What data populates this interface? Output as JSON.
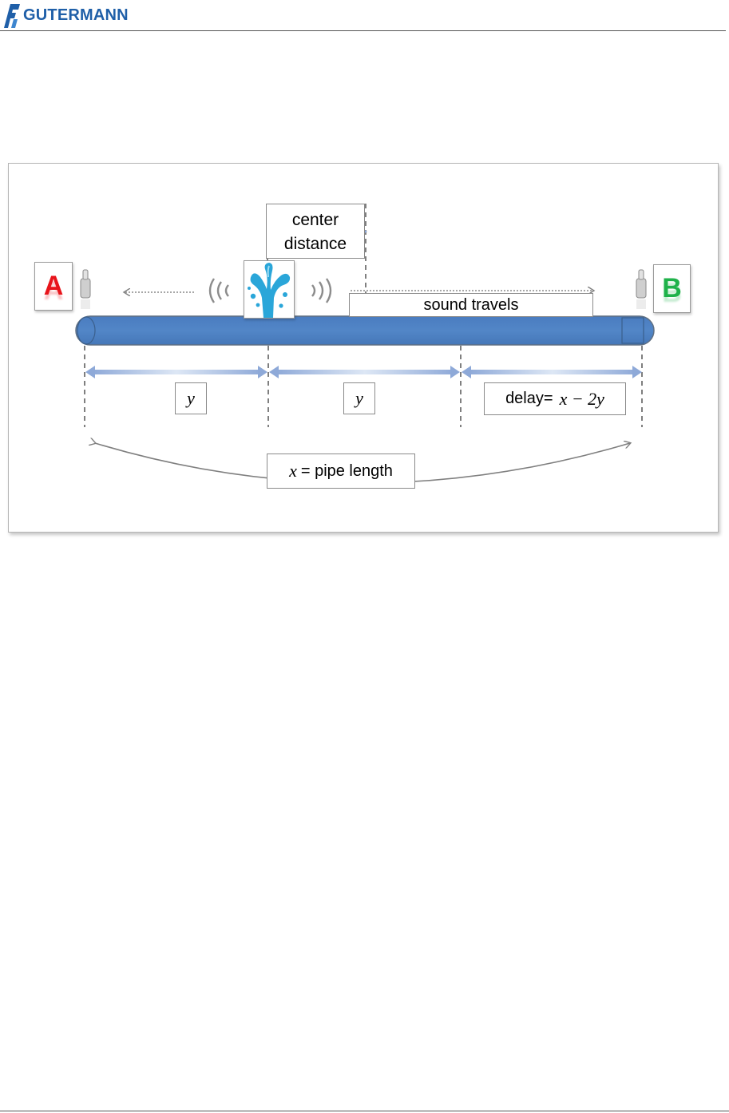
{
  "header": {
    "brand": "GUTERMANN",
    "logo_icon": "gutermann-logo-icon",
    "brand_color": "#1f5fa8"
  },
  "diagram": {
    "logger_a": "A",
    "logger_b": "B",
    "center_label_top": "center",
    "center_label_bottom": "distance",
    "sound_label": "sound travels",
    "seg1_var": "y",
    "seg2_var": "y",
    "delay_prefix": "delay=",
    "delay_formula": "x − 2y",
    "length_var": "x",
    "length_suffix": "= pipe length",
    "colors": {
      "pipe": "#4f81bd",
      "pipe_edge": "#3a5f8c",
      "logger_a": "#e8141b",
      "logger_b": "#1fb24a",
      "arrow": "#8ea9d8",
      "dashed": "#7f7f7f",
      "leak": "#2aa6d9"
    },
    "icons": [
      "sensor-icon",
      "leak-icon",
      "sound-wave-icon"
    ]
  }
}
